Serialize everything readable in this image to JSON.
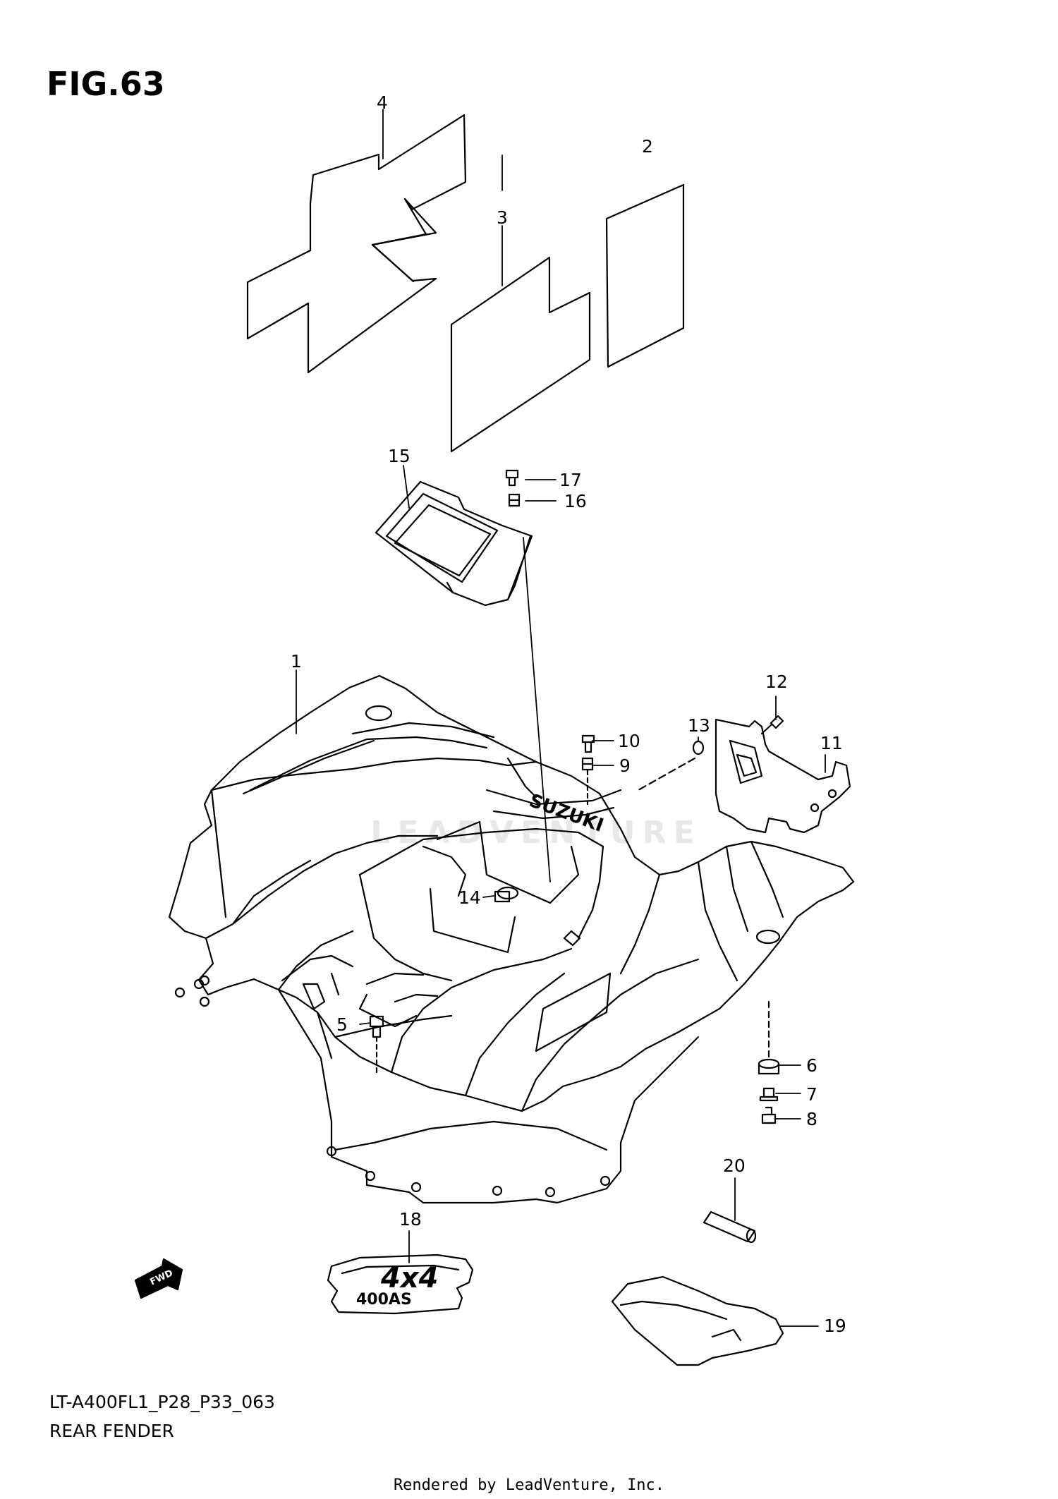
{
  "figure": {
    "title": "FIG.63"
  },
  "callouts": {
    "p1": "1",
    "p2": "2",
    "p3": "3",
    "p4": "4",
    "p5": "5",
    "p6": "6",
    "p7": "7",
    "p8": "8",
    "p9": "9",
    "p10": "10",
    "p11": "11",
    "p12": "12",
    "p13": "13",
    "p14": "14",
    "p15": "15",
    "p16": "16",
    "p17": "17",
    "p18": "18",
    "p19": "19",
    "p20": "20"
  },
  "decals": {
    "fender_brand": "SUZUKI",
    "badge_top": "4x4",
    "badge_bottom": "400AS",
    "fwd_arrow": "FWD"
  },
  "footer": {
    "model_code": "LT-A400FL1_P28_P33_063",
    "section_name": "REAR FENDER",
    "rendered_by": "Rendered by LeadVenture, Inc."
  },
  "watermark": "LEADVENTURE"
}
